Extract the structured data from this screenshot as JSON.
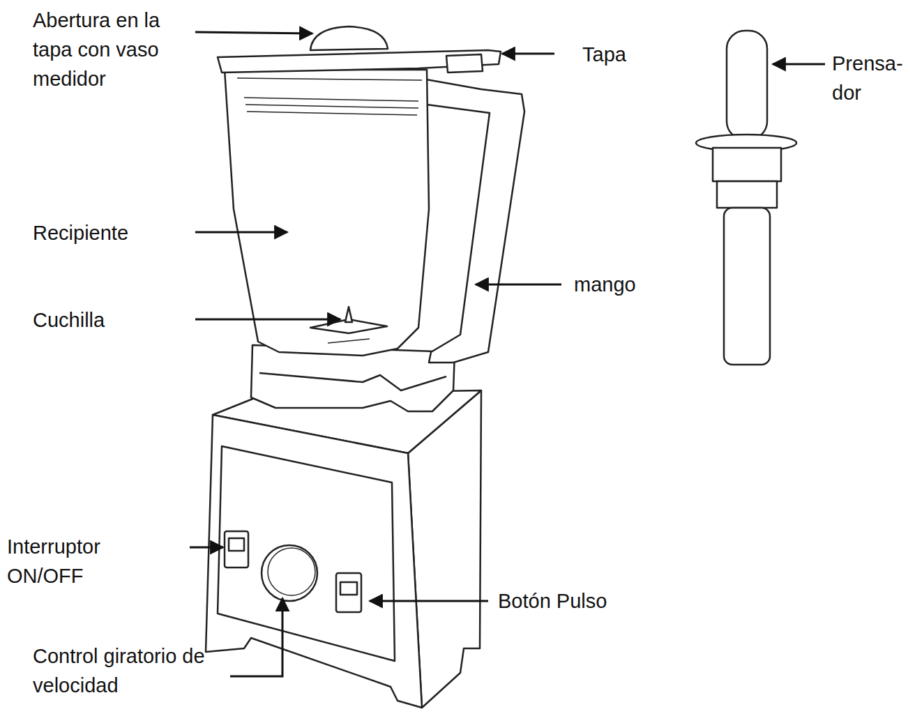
{
  "diagram": {
    "labels": [
      "Abertura en la tapa con vaso medidor",
      "Tapa",
      "Prensa- dor",
      "Recipiente",
      "mango",
      "Cuchilla",
      "Interruptor ON/OFF",
      "Botón Pulso",
      "Control giratorio de velocidad"
    ]
  }
}
